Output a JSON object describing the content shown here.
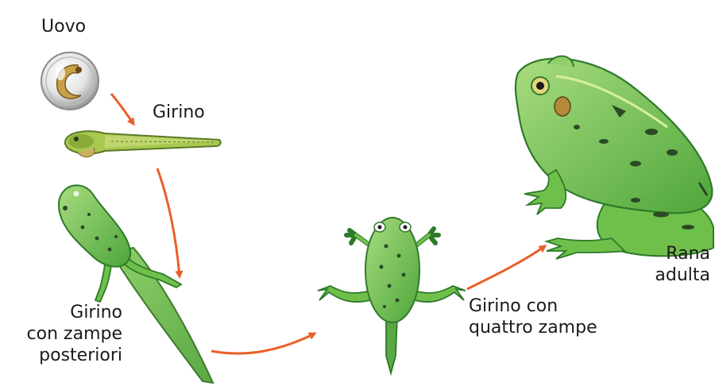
{
  "stages": {
    "egg": {
      "label": "Uovo"
    },
    "tadpole": {
      "label": "Girino"
    },
    "tadpole_hind_legs": {
      "lines": [
        "Girino",
        "con zampe",
        "posteriori"
      ]
    },
    "tadpole_four_legs": {
      "lines": [
        "Girino con",
        "quattro zampe"
      ]
    },
    "adult_frog": {
      "lines": [
        "Rana",
        "adulta"
      ]
    }
  },
  "colors": {
    "arrow": "#e8602a",
    "frog_body": "#6fc04a",
    "frog_light": "#a8dc80",
    "frog_dark": "#2f7a2a",
    "spots": "#2a4a24",
    "egg_shell": "#c9c9c9"
  },
  "icons": {
    "egg": "egg-with-embryo",
    "tadpole": "tadpole",
    "tadpole_hind_legs": "tadpole-with-hind-legs",
    "tadpole_four_legs": "froglet-with-four-legs",
    "adult_frog": "adult-frog"
  }
}
